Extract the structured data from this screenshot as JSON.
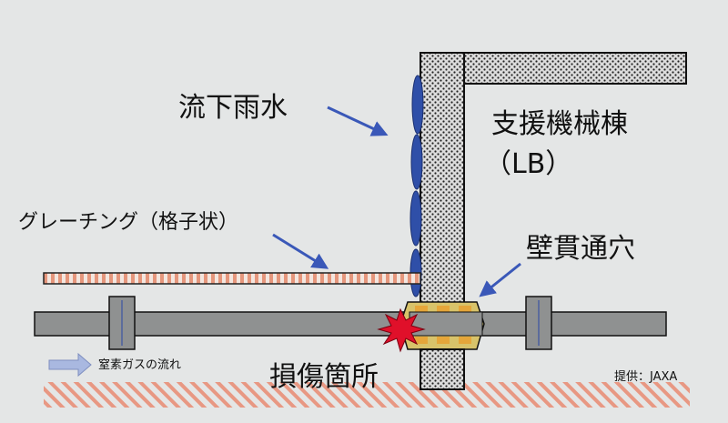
{
  "labels": {
    "rain": "流下雨水",
    "building": "支援機械棟",
    "building_abbr": "（LB）",
    "grating": "グレーチング（格子状）",
    "hole": "壁貫通穴",
    "damage": "損傷箇所",
    "nitrogen": "窒素ガスの流れ",
    "credit": "提供：JAXA"
  },
  "colors": {
    "background": "#e4e6e6",
    "pipe": "#8f9191",
    "wall_fill": "#dcdcdc",
    "water": "#2f4fa8",
    "arrow": "#3a58b8",
    "grating_stripe": "#e07a5a",
    "damage_hatch": "#e8846a",
    "spark": "#e0102a",
    "seal": "#e5a63a",
    "gas_arrow": "#a9b8e0"
  },
  "icons": {
    "nitrogen_flow": "right-arrow-icon",
    "damage_point": "explosion-spark-icon"
  }
}
